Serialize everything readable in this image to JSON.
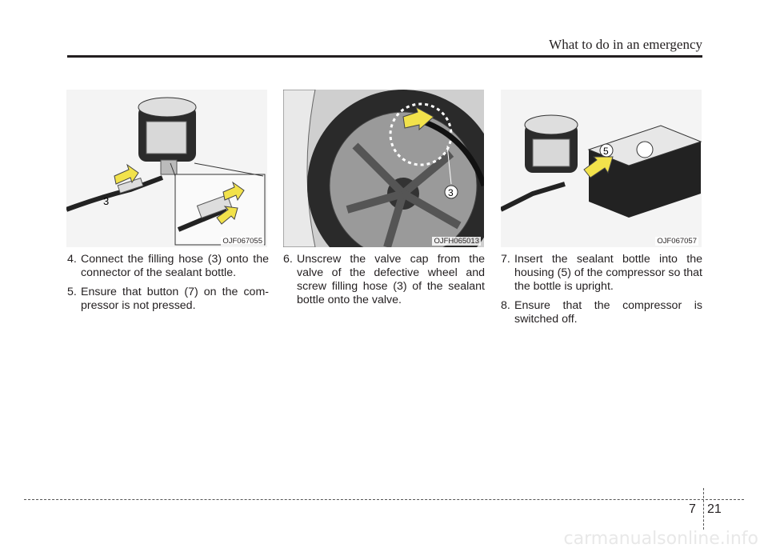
{
  "header": {
    "section_title": "What to do in an emergency"
  },
  "figures": [
    {
      "code": "OJF067055",
      "callouts": [
        "3"
      ]
    },
    {
      "code": "OJFH065013",
      "callouts": [
        "3"
      ]
    },
    {
      "code": "OJF067057",
      "callouts": [
        "5"
      ]
    }
  ],
  "columns": [
    {
      "steps": [
        {
          "num": "4.",
          "text": "Connect the filling hose (3) onto the connector of the sealant bottle."
        },
        {
          "num": "5.",
          "text": "Ensure that button (7) on the com-pressor is not pressed."
        }
      ]
    },
    {
      "steps": [
        {
          "num": "6.",
          "text": "Unscrew the valve cap from the valve of the defective wheel and screw filling hose (3) of the sealant bottle onto the valve."
        }
      ]
    },
    {
      "steps": [
        {
          "num": "7.",
          "text": "Insert the sealant bottle into the housing (5) of the compressor so that the bottle is upright."
        },
        {
          "num": "8.",
          "text": "Ensure that the compressor is switched off."
        }
      ]
    }
  ],
  "footer": {
    "chapter": "7",
    "page": "21"
  },
  "watermark": "carmanualsonline.info"
}
